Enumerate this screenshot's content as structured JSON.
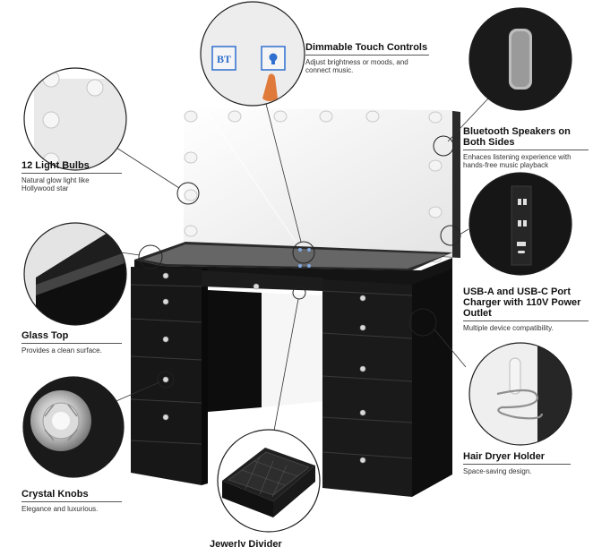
{
  "features": {
    "light_bulbs": {
      "title": "12 Light Bulbs",
      "description": "Natural glow light like Hollywood star"
    },
    "touch_controls": {
      "title": "Dimmable Touch Controls",
      "description": "Adjust brightness or moods, and connect music.",
      "bt_label": "BT"
    },
    "bluetooth_speakers": {
      "title": "Bluetooth Speakers on Both Sides",
      "description": "Enhaces listening experience with hands-free music playback"
    },
    "glass_top": {
      "title": "Glass Top",
      "description": "Provides a clean surface."
    },
    "usb_port": {
      "title": "USB-A and USB-C Port Charger with 110V Power Outlet",
      "description": "Multiple device compatibility."
    },
    "crystal_knobs": {
      "title": "Crystal Knobs",
      "description": "Elegance and luxurious."
    },
    "hair_dryer_holder": {
      "title": "Hair Dryer Holder",
      "description": "Space-saving design."
    },
    "jewelry_divider": {
      "title": "Jewerly Divider"
    }
  },
  "colors": {
    "furniture": "#141414",
    "mirror": "#eeeeee",
    "bulb": "#f4f4f4",
    "touch_blue": "#2f6fd0",
    "finger": "#e07a3a"
  }
}
